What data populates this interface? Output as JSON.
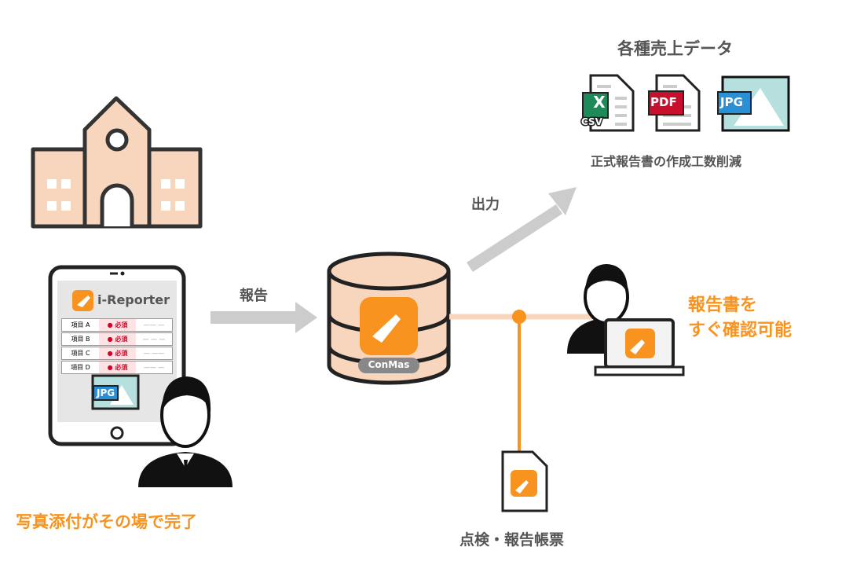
{
  "output_section": {
    "title": "各種売上データ",
    "subtitle": "正式報告書の作成工数削減",
    "files": [
      {
        "badge": "X",
        "label": "CSV"
      },
      {
        "label": "PDF"
      },
      {
        "label": "JPG"
      }
    ]
  },
  "arrows": {
    "output_label": "出力",
    "report_label": "報告"
  },
  "tablet": {
    "app_name": "i-Reporter",
    "rows": [
      {
        "item": "項目 A",
        "status": "必須"
      },
      {
        "item": "項目 B",
        "status": "必須"
      },
      {
        "item": "項目 C",
        "status": "必須"
      },
      {
        "item": "項目 D",
        "status": "必須"
      }
    ],
    "photo_label": "JPG"
  },
  "database": {
    "label": "ConMas"
  },
  "captions": {
    "left": "写真添付がその場で完了",
    "right_line1": "報告書を",
    "right_line2": "すぐ確認可能",
    "bottom": "点検・報告帳票"
  },
  "colors": {
    "accent": "#f7931e",
    "peach": "#f8d5bd",
    "arrow": "#cccccc",
    "text": "#555555"
  }
}
